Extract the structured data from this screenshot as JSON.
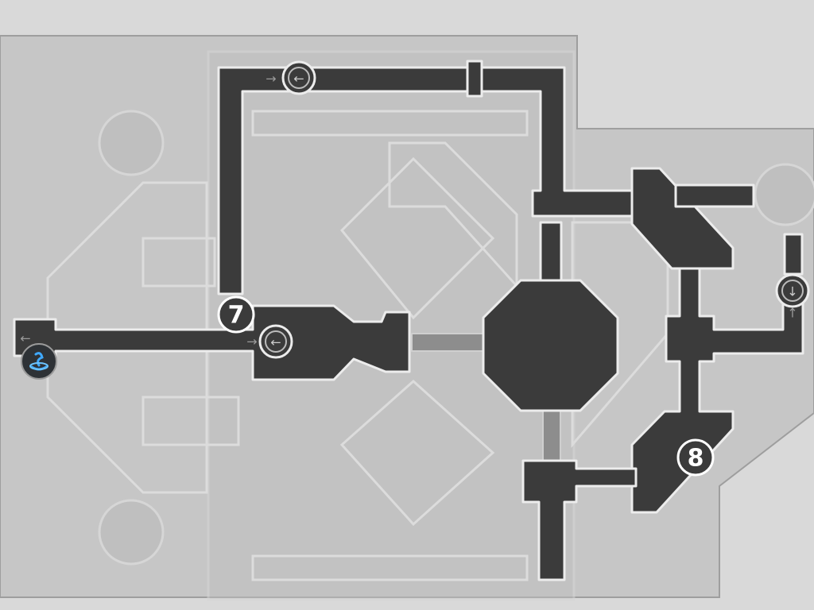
{
  "map": {
    "colors": {
      "background": "#d9d9d9",
      "floor": "#c6c6c6",
      "path": "#3b3b3b",
      "outline": "#ececec",
      "bridge": "#8d8d8d",
      "teleport": "#3fa9ff"
    },
    "markers": [
      {
        "label": "7",
        "icon": "numbered-waypoint"
      },
      {
        "label": "8",
        "icon": "numbered-waypoint"
      }
    ],
    "arrows": [
      {
        "icon": "arrow-left-icon",
        "hint": "arrow-right-hint"
      },
      {
        "icon": "arrow-left-icon",
        "hint": "arrow-right-hint"
      },
      {
        "icon": "arrow-down-icon",
        "hint": "arrow-up-hint"
      }
    ],
    "start_icon": "space-anchor-teleport-icon"
  }
}
